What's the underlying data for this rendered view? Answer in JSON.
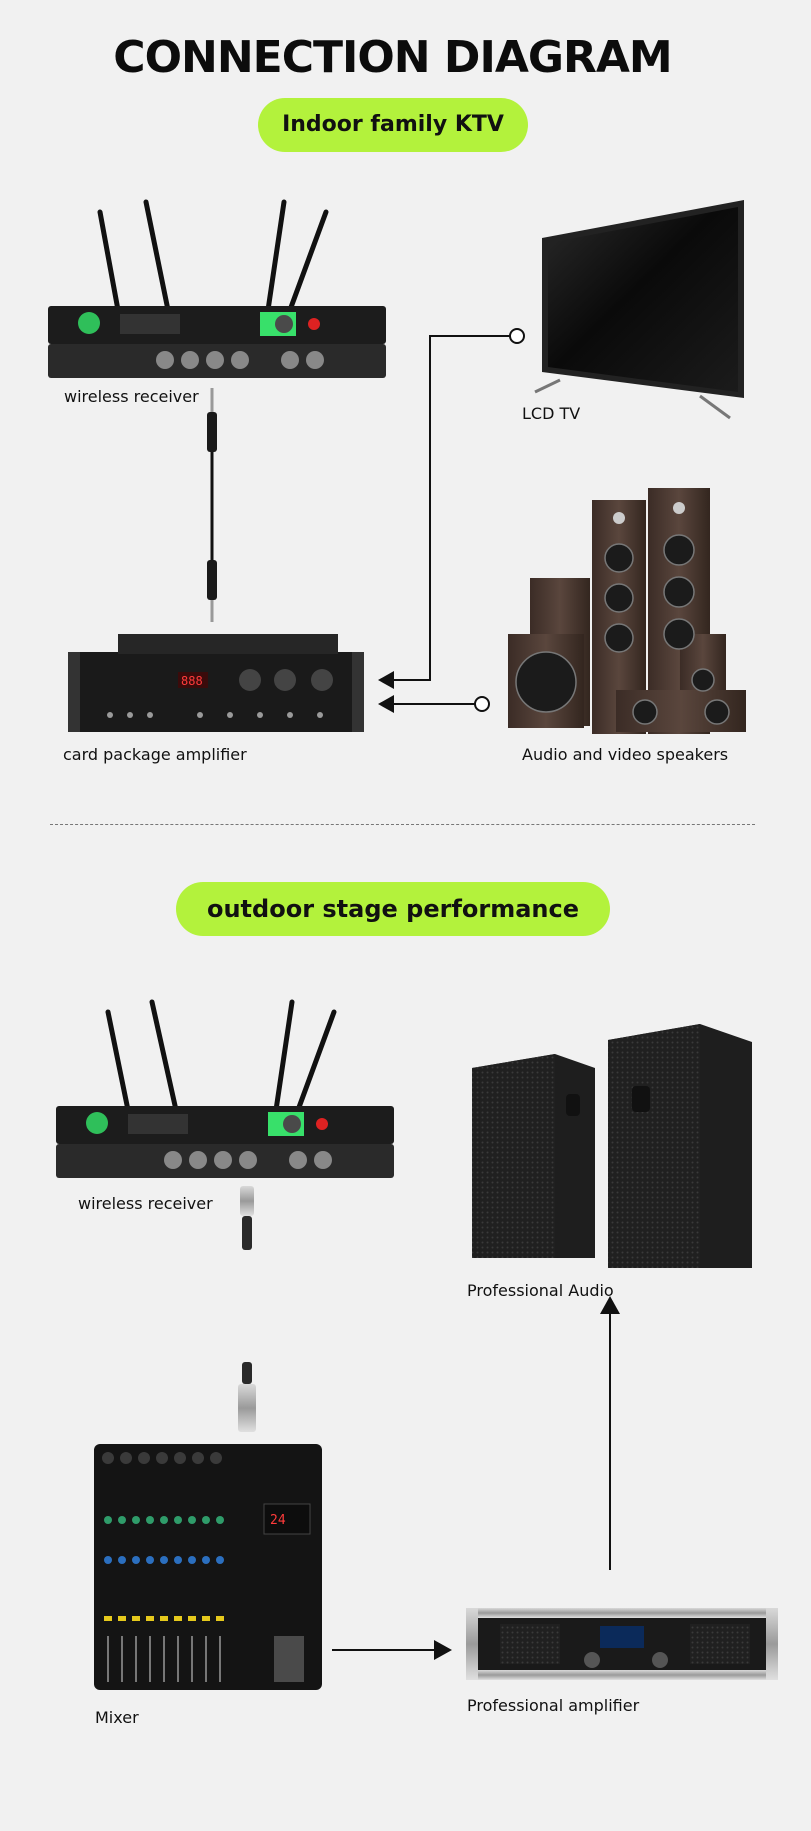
{
  "title": "CONNECTION DIAGRAM",
  "section1": {
    "pill": "Indoor family KTV",
    "labels": {
      "receiver": "wireless receiver",
      "tv": "LCD TV",
      "amplifier": "card package amplifier",
      "speakers": "Audio and video speakers"
    }
  },
  "section2": {
    "pill": "outdoor stage performance",
    "labels": {
      "receiver": "wireless receiver",
      "pro_audio": "Professional Audio",
      "mixer": "Mixer",
      "pro_amp": "Professional amplifier"
    }
  },
  "colors": {
    "accent": "#b3f23c",
    "background": "#f1f1f1"
  }
}
